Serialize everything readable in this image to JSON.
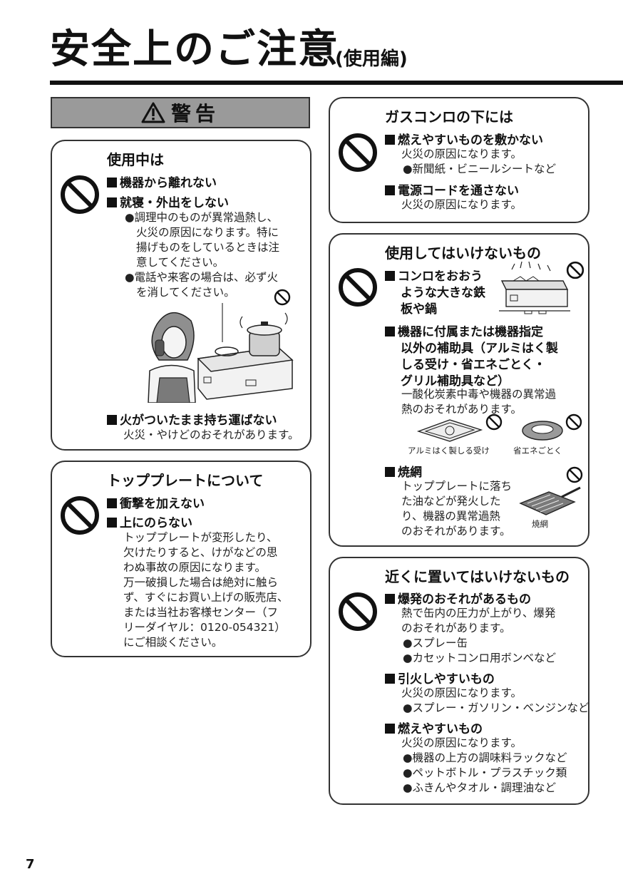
{
  "header": {
    "title": "安全上のご注意",
    "subtitle": "(使用編)"
  },
  "warning": {
    "label": "警告"
  },
  "box1": {
    "title": "使用中は",
    "h1": "機器から離れない",
    "h2": "就寝・外出をしない",
    "b1_l1": "●調理中のものが異常過熱し、",
    "b1_l2": "火災の原因になります。特に",
    "b1_l3": "揚げものをしているときは注",
    "b1_l4": "意してください。",
    "b2_l1": "●電話や来客の場合は、必ず火",
    "b2_l2": "を消してください。",
    "h3": "火がついたまま持ち運ばない",
    "t3": "火災・やけどのおそれがあります。"
  },
  "box2": {
    "title": "トッププレートについて",
    "h1": "衝撃を加えない",
    "h2": "上にのらない",
    "l1": "トッププレートが変形したり、",
    "l2": "欠けたりすると、けがなどの思",
    "l3": "わぬ事故の原因になります。",
    "l4": "万一破損した場合は絶対に触ら",
    "l5": "ず、すぐにお買い上げの販売店、",
    "l6": "または当社お客様センター（フ",
    "l7": "リーダイヤル：0120-054321）",
    "l8": "にご相談ください。"
  },
  "box3": {
    "title": "ガスコンロの下には",
    "h1": "燃えやすいものを敷かない",
    "t1": "火災の原因になります。",
    "b1": "●新聞紙・ビニールシートなど",
    "h2": "電源コードを通さない",
    "t2": "火災の原因になります。"
  },
  "box4": {
    "title": "使用してはいけないもの",
    "h1_l1": "コンロをおおう",
    "h1_l2": "ような大きな鉄",
    "h1_l3": "板や鍋",
    "h2_l1": "機器に付属または機器指定",
    "h2_l2": "以外の補助具（アルミはく製",
    "h2_l3": "しる受け・省エネごとく・",
    "h2_l4": "グリル補助具など）",
    "t2_l1": "一酸化炭素中毒や機器の異常過",
    "t2_l2": "熱のおそれがあります。",
    "cap1": "アルミはく製しる受け",
    "cap2": "省エネごとく",
    "h3": "焼網",
    "t3_l1": "トッププレートに落ち",
    "t3_l2": "た油などが発火した",
    "t3_l3": "り、機器の異常過熱",
    "t3_l4": "のおそれがあります。",
    "cap3": "焼網"
  },
  "box5": {
    "title": "近くに置いてはいけないもの",
    "h1": "爆発のおそれがあるもの",
    "t1_l1": "熱で缶内の圧力が上がり、爆発",
    "t1_l2": "のおそれがあります。",
    "b1": "●スプレー缶",
    "b2": "●カセットコンロ用ボンベなど",
    "h2": "引火しやすいもの",
    "t2": "火災の原因になります。",
    "b3": "●スプレー・ガソリン・ベンジンなど",
    "h3": "燃えやすいもの",
    "t3": "火災の原因になります。",
    "b4": "●機器の上方の調味料ラックなど",
    "b5": "●ペットボトル・プラスチック類",
    "b6": "●ふきんやタオル・調理油など"
  },
  "footer": {
    "page": "7"
  }
}
